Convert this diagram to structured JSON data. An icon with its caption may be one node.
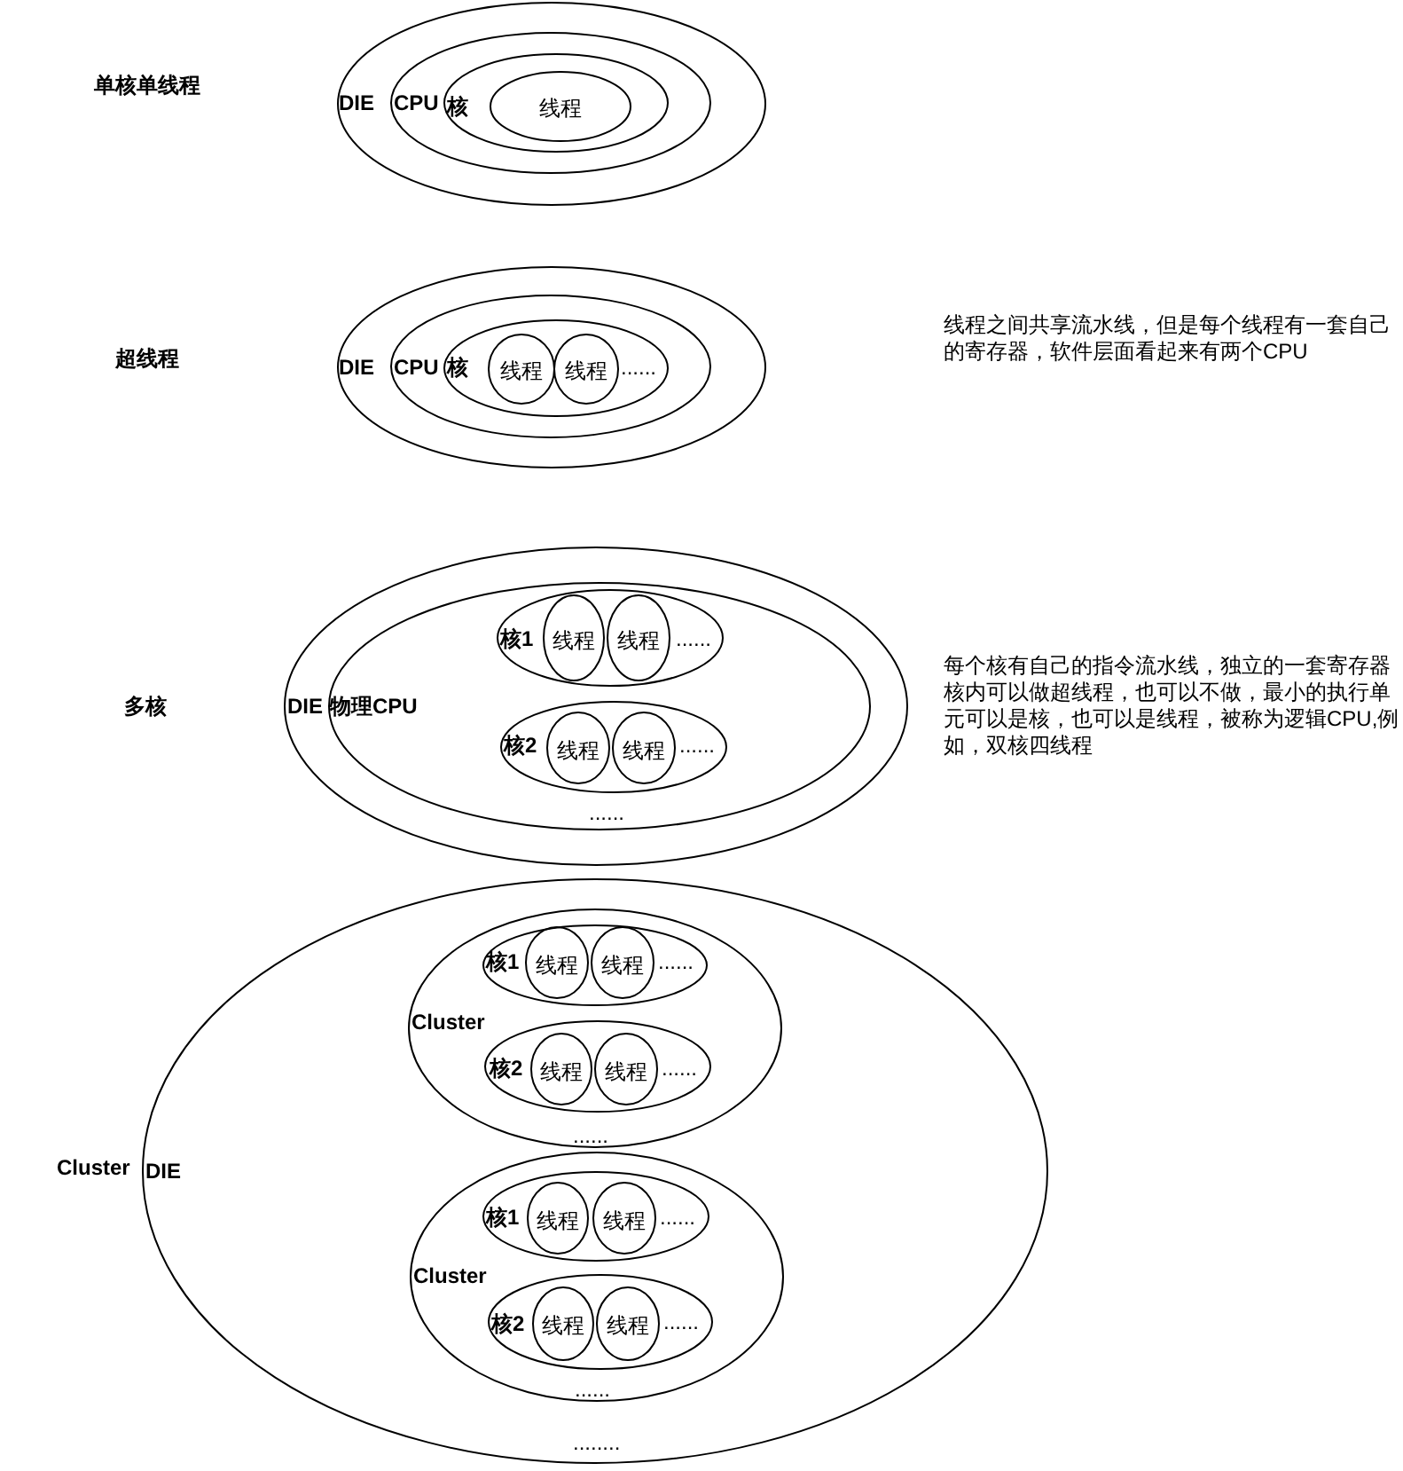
{
  "diagram": {
    "nodes": [
      {
        "text": [
          "DIE"
        ]
      },
      {
        "text": [
          "CPU"
        ],
        "in": 0
      },
      {
        "text": [
          "核"
        ],
        "in": 1
      },
      {
        "text": [
          "线程"
        ],
        "in": 2
      },
      {
        "text": [
          "DIE"
        ]
      },
      {
        "text": [
          "CPU"
        ],
        "in": 4
      },
      {
        "text": [
          "核",
          "......"
        ],
        "in": 5
      },
      {
        "text": [
          "线程"
        ],
        "in": 6
      },
      {
        "text": [
          "线程"
        ],
        "in": 6
      },
      {
        "text": [
          "DIE"
        ]
      },
      {
        "text": [
          "物理CPU",
          "......"
        ],
        "in": 9
      },
      {
        "text": [
          "核1",
          "......"
        ],
        "in": 10
      },
      {
        "text": [
          "线程"
        ],
        "in": 11
      },
      {
        "text": [
          "线程"
        ],
        "in": 11
      },
      {
        "text": [
          "核2",
          "......"
        ],
        "in": 10
      },
      {
        "text": [
          "线程"
        ],
        "in": 14
      },
      {
        "text": [
          "线程"
        ],
        "in": 14
      },
      {
        "text": [
          "DIE",
          "........"
        ]
      },
      {
        "text": [
          "Cluster",
          "......"
        ],
        "in": 17
      },
      {
        "text": [
          "核1",
          "......"
        ],
        "in": 18
      },
      {
        "text": [
          "线程"
        ],
        "in": 19
      },
      {
        "text": [
          "线程"
        ],
        "in": 19
      },
      {
        "text": [
          "核2",
          "......"
        ],
        "in": 18
      },
      {
        "text": [
          "线程"
        ],
        "in": 22
      },
      {
        "text": [
          "线程"
        ],
        "in": 22
      },
      {
        "text": [
          "Cluster",
          "......"
        ],
        "in": 17
      },
      {
        "text": [
          "核1",
          "......"
        ],
        "in": 25
      },
      {
        "text": [
          "线程"
        ],
        "in": 26
      },
      {
        "text": [
          "线程"
        ],
        "in": 26
      },
      {
        "text": [
          "核2",
          "......"
        ],
        "in": 25
      },
      {
        "text": [
          "线程"
        ],
        "in": 29
      },
      {
        "text": [
          "线程"
        ],
        "in": 29
      }
    ],
    "labels": [
      "单核单线程",
      "超线程",
      "线程之间共享流水线，但是每个线程有一套自己的寄存器，软件层面看起来有两个CPU",
      "多核",
      "每个核有自己的指令流水线，独立的一套寄存器核内可以做超线程，也可以不做，最小的执行单元可以是核，也可以是线程，被称为逻辑CPU,例如，双核四线程",
      "Cluster"
    ]
  }
}
